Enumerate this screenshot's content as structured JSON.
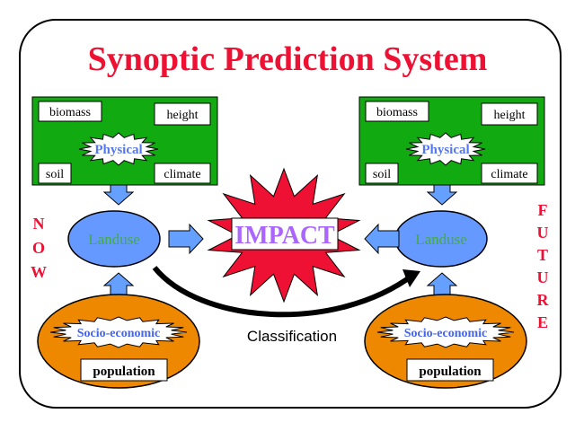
{
  "title": "Synoptic Prediction System",
  "impact": "IMPACT",
  "classification": "Classification",
  "side_left": [
    "N",
    "O",
    "W"
  ],
  "side_right": [
    "F",
    "U",
    "T",
    "U",
    "R",
    "E"
  ],
  "panels": {
    "left": {
      "biomass": "biomass",
      "height": "height",
      "physical": "Physical",
      "soil": "soil",
      "climate": "climate",
      "landuse": "Landuse",
      "socio": "Socio-economic",
      "population": "population"
    },
    "right": {
      "biomass": "biomass",
      "height": "height",
      "physical": "Physical",
      "soil": "soil",
      "climate": "climate",
      "landuse": "Landuse",
      "socio": "Socio-economic",
      "population": "population"
    }
  },
  "colors": {
    "title": "#ee1133",
    "green": "#11aa11",
    "landuse_fill": "#6699ff",
    "landuse_text": "#44aa44",
    "physical_text": "#5577ee",
    "arrow_fill": "#66a0ff",
    "impact_star": "#ee1133",
    "impact_text": "#aa66ff",
    "orange": "#ee8800",
    "socio_text": "#4466ee",
    "side_text": "#ee1133"
  }
}
